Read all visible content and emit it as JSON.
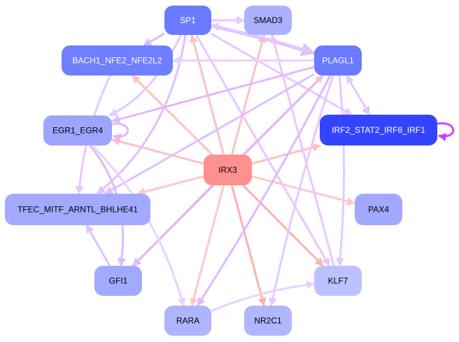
{
  "nodes": [
    {
      "id": "SP1",
      "label": "SP1",
      "color": "#6b7bff",
      "text": "#ffffff"
    },
    {
      "id": "SMAD3",
      "label": "SMAD3",
      "color": "#aab2ff",
      "text": "#000000"
    },
    {
      "id": "BACH1",
      "label": "BACH1_NFE2_NFE2L2",
      "color": "#6f7fff",
      "text": "#ffffff"
    },
    {
      "id": "PLAGL1",
      "label": "PLAGL1",
      "color": "#6b7bff",
      "text": "#ffffff"
    },
    {
      "id": "EGR1",
      "label": "EGR1_EGR4",
      "color": "#9ca6ff",
      "text": "#000000"
    },
    {
      "id": "IRF2",
      "label": "IRF2_STAT2_IRF8_IRF1",
      "color": "#3344ff",
      "text": "#ffffff"
    },
    {
      "id": "IRX3",
      "label": "IRX3",
      "color": "#ff9090",
      "text": "#000000"
    },
    {
      "id": "TFEC",
      "label": "TFEC_MITF_ARNTL_BHLHE41",
      "color": "#a2aaff",
      "text": "#000000"
    },
    {
      "id": "PAX4",
      "label": "PAX4",
      "color": "#a0a8ff",
      "text": "#000000"
    },
    {
      "id": "GFI1",
      "label": "GFI1",
      "color": "#a2aaff",
      "text": "#000000"
    },
    {
      "id": "KLF7",
      "label": "KLF7",
      "color": "#bcc2ff",
      "text": "#000000"
    },
    {
      "id": "RARA",
      "label": "RARA",
      "color": "#aeb4ff",
      "text": "#000000"
    },
    {
      "id": "NR2C1",
      "label": "NR2C1",
      "color": "#b0b6ff",
      "text": "#000000"
    }
  ],
  "edges": [
    {
      "from": "IRX3",
      "to": "SP1",
      "color": "#ffc0c0"
    },
    {
      "from": "IRX3",
      "to": "SMAD3",
      "color": "#ffc0c0"
    },
    {
      "from": "IRX3",
      "to": "BACH1",
      "color": "#ffc0c0"
    },
    {
      "from": "IRX3",
      "to": "PLAGL1",
      "color": "#ffc8c8"
    },
    {
      "from": "IRX3",
      "to": "EGR1",
      "color": "#ffc0c0"
    },
    {
      "from": "IRX3",
      "to": "IRF2",
      "color": "#ffc0c0"
    },
    {
      "from": "IRX3",
      "to": "TFEC",
      "color": "#ffc8c8"
    },
    {
      "from": "IRX3",
      "to": "PAX4",
      "color": "#ffc8c8"
    },
    {
      "from": "IRX3",
      "to": "GFI1",
      "color": "#ffb0b0"
    },
    {
      "from": "IRX3",
      "to": "KLF7",
      "color": "#ffb0b0"
    },
    {
      "from": "IRX3",
      "to": "RARA",
      "color": "#ffc8c8"
    },
    {
      "from": "IRX3",
      "to": "NR2C1",
      "color": "#ffb0b0"
    },
    {
      "from": "SP1",
      "to": "SMAD3",
      "color": "#e8c8ff"
    },
    {
      "from": "SP1",
      "to": "BACH1",
      "color": "#e0b8ff"
    },
    {
      "from": "SP1",
      "to": "PLAGL1",
      "color": "#e0c0ff"
    },
    {
      "from": "PLAGL1",
      "to": "SP1",
      "color": "#e8c8ff"
    },
    {
      "from": "SP1",
      "to": "IRF2",
      "color": "#e8c8ff"
    },
    {
      "from": "SP1",
      "to": "KLF7",
      "color": "#e8c8ff"
    },
    {
      "from": "SP1",
      "to": "TFEC",
      "color": "#e0c0ff"
    },
    {
      "from": "SP1",
      "to": "EGR1",
      "color": "#e8c8ff"
    },
    {
      "from": "KLF7",
      "to": "SMAD3",
      "color": "#e8c8ff"
    },
    {
      "from": "PLAGL1",
      "to": "BACH1",
      "color": "#ecd0ff"
    },
    {
      "from": "PLAGL1",
      "to": "EGR1",
      "color": "#e0b8ff"
    },
    {
      "from": "PLAGL1",
      "to": "IRF2",
      "color": "#e0b8ff"
    },
    {
      "from": "IRF2",
      "to": "PLAGL1",
      "color": "#e8c8ff"
    },
    {
      "from": "PLAGL1",
      "to": "TFEC",
      "color": "#e0c0ff"
    },
    {
      "from": "PLAGL1",
      "to": "GFI1",
      "color": "#e0b8ff"
    },
    {
      "from": "PLAGL1",
      "to": "RARA",
      "color": "#e0b8ff"
    },
    {
      "from": "PLAGL1",
      "to": "NR2C1",
      "color": "#e8c8ff"
    },
    {
      "from": "PLAGL1",
      "to": "KLF7",
      "color": "#e8c8ff"
    },
    {
      "from": "BACH1",
      "to": "TFEC",
      "color": "#e8c8ff"
    },
    {
      "from": "EGR1",
      "to": "EGR1",
      "color": "#e0b8ff"
    },
    {
      "from": "EGR1",
      "to": "RARA",
      "color": "#ecd0ff"
    },
    {
      "from": "EGR1",
      "to": "GFI1",
      "color": "#e0b8ff"
    },
    {
      "from": "GFI1",
      "to": "TFEC",
      "color": "#e0c0ff"
    },
    {
      "from": "RARA",
      "to": "KLF7",
      "color": "#ecd0ff"
    },
    {
      "from": "IRF2",
      "to": "IRF2",
      "color": "#cc44ff"
    }
  ]
}
